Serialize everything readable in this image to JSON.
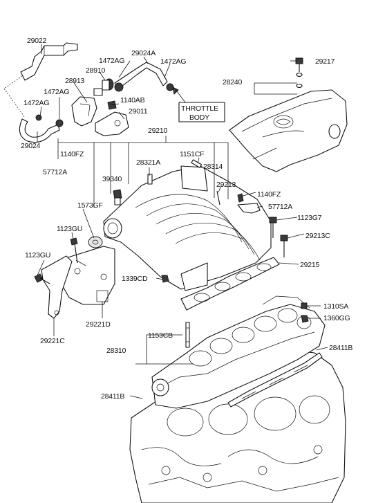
{
  "colors": {
    "ink": "#111111",
    "paper": "#ffffff",
    "shade": "#e6e6e6"
  },
  "labels": {
    "p29022": "29022",
    "p1472AG_a": "1472AG",
    "p29024A": "29024A",
    "p1472AG_b": "1472AG",
    "p28910": "28910",
    "p28913": "28913",
    "p1472AG_c": "1472AG",
    "p1472AG_d": "1472AG",
    "p1140AB": "1140AB",
    "p29011": "29011",
    "p29217": "29217",
    "p28240": "28240",
    "p29024": "29024",
    "p1140FZ_a": "1140FZ",
    "p29210": "29210",
    "p57712A_a": "57712A",
    "p1151CF": "1151CF",
    "p28321A": "28321A",
    "p28314": "28314",
    "p39340": "39340",
    "p29213": "29213",
    "p1140FZ_b": "1140FZ",
    "p1573GF": "1573GF",
    "p57712A_b": "57712A",
    "p1123GU_a": "1123GU",
    "p1123G7": "1123G7",
    "p29213C": "29213C",
    "p1123GU_b": "1123GU",
    "p29215": "29215",
    "p1339CD": "1339CD",
    "p29221D": "29221D",
    "p1310SA": "1310SA",
    "p1360GG": "1360GG",
    "p29221C": "29221C",
    "p1153CB": "1153CB",
    "p28310": "28310",
    "p28411B_a": "28411B",
    "p28411B_b": "28411B"
  },
  "throttle_box": {
    "line1": "THROTTLE",
    "line2": "BODY"
  }
}
